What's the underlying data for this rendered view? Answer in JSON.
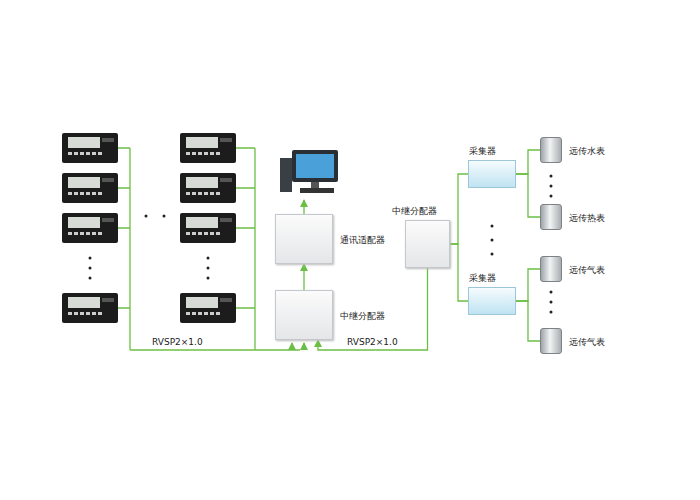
{
  "diagram": {
    "nodes": [
      {
        "text": [
          "通讯适配器"
        ]
      },
      {
        "text": [
          "中继分配器"
        ]
      },
      {
        "text": [
          "中继分配器"
        ]
      },
      {
        "text": [
          "采集器"
        ]
      },
      {
        "text": [
          "采集器"
        ]
      },
      {
        "text": [
          "远传水表"
        ]
      },
      {
        "text": [
          "远传热表"
        ]
      },
      {
        "text": [
          "远传气表"
        ]
      },
      {
        "text": [
          "远传气表"
        ]
      }
    ],
    "edges": [
      {
        "from": 1,
        "to": 0,
        "arrow": "to"
      },
      {
        "from": 2,
        "to": 3,
        "arrow": "none"
      },
      {
        "from": 2,
        "to": 4,
        "arrow": "none"
      },
      {
        "from": 3,
        "to": 5,
        "arrow": "none"
      },
      {
        "from": 3,
        "to": 6,
        "arrow": "none"
      },
      {
        "from": 4,
        "to": 7,
        "arrow": "none"
      },
      {
        "from": 4,
        "to": 8,
        "arrow": "none"
      },
      {
        "from": 2,
        "to": 1,
        "label": "RVSP2×1.0",
        "arrow": "to"
      }
    ],
    "labels": [
      "RVSP2×1.0"
    ]
  }
}
